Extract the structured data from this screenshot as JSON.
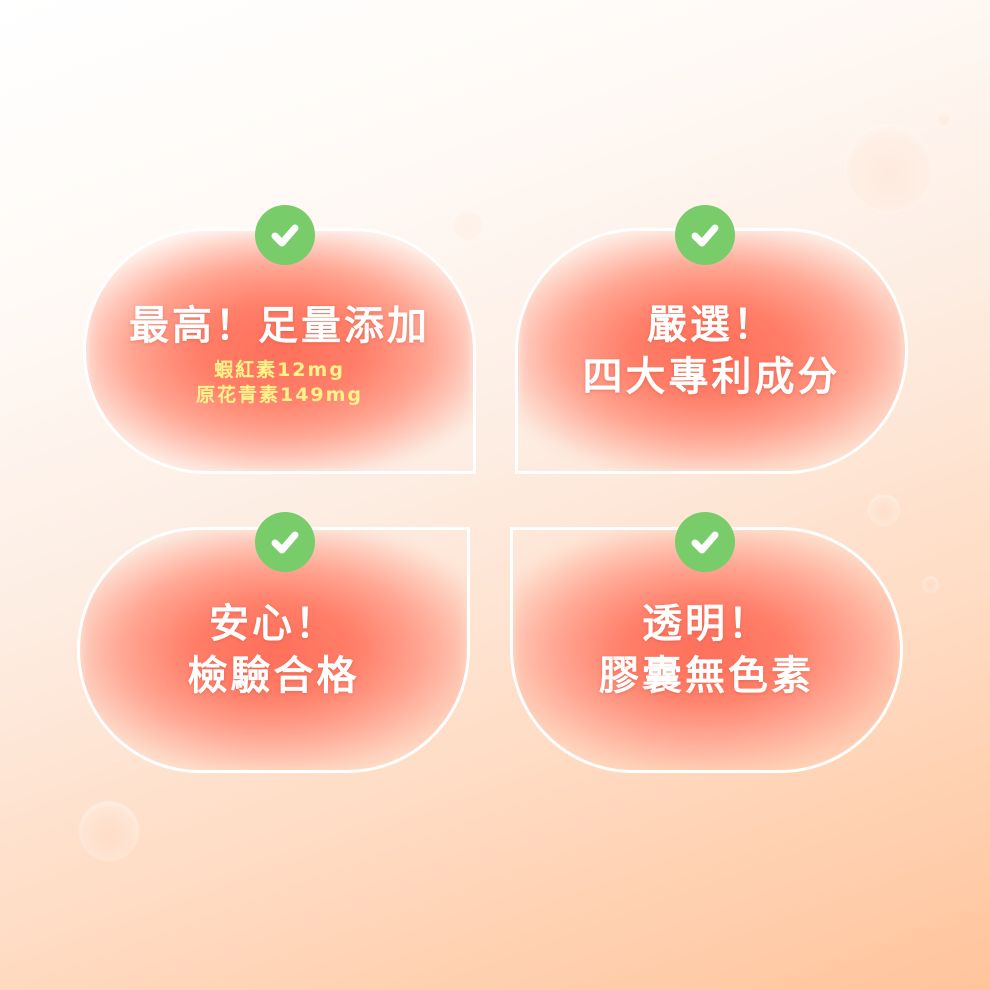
{
  "colors": {
    "check_green": "#78cc6a",
    "card_glow": "#ff6f5a",
    "subtitle_yellow": "#fff38a",
    "text_white": "#ffffff",
    "bg_bottom": "#ffc49c"
  },
  "cards": [
    {
      "position": "top-left",
      "icon": "check-circle-icon",
      "title_lines": [
        "最高！足量添加"
      ],
      "subtitle_lines": [
        "蝦紅素12mg",
        "原花青素149mg"
      ]
    },
    {
      "position": "top-right",
      "icon": "check-circle-icon",
      "title_lines": [
        "嚴選！",
        "四大專利成分"
      ]
    },
    {
      "position": "bottom-left",
      "icon": "check-circle-icon",
      "title_lines": [
        "安心！",
        "檢驗合格"
      ]
    },
    {
      "position": "bottom-right",
      "icon": "check-circle-icon",
      "title_lines": [
        "透明！",
        "膠囊無色素"
      ]
    }
  ]
}
